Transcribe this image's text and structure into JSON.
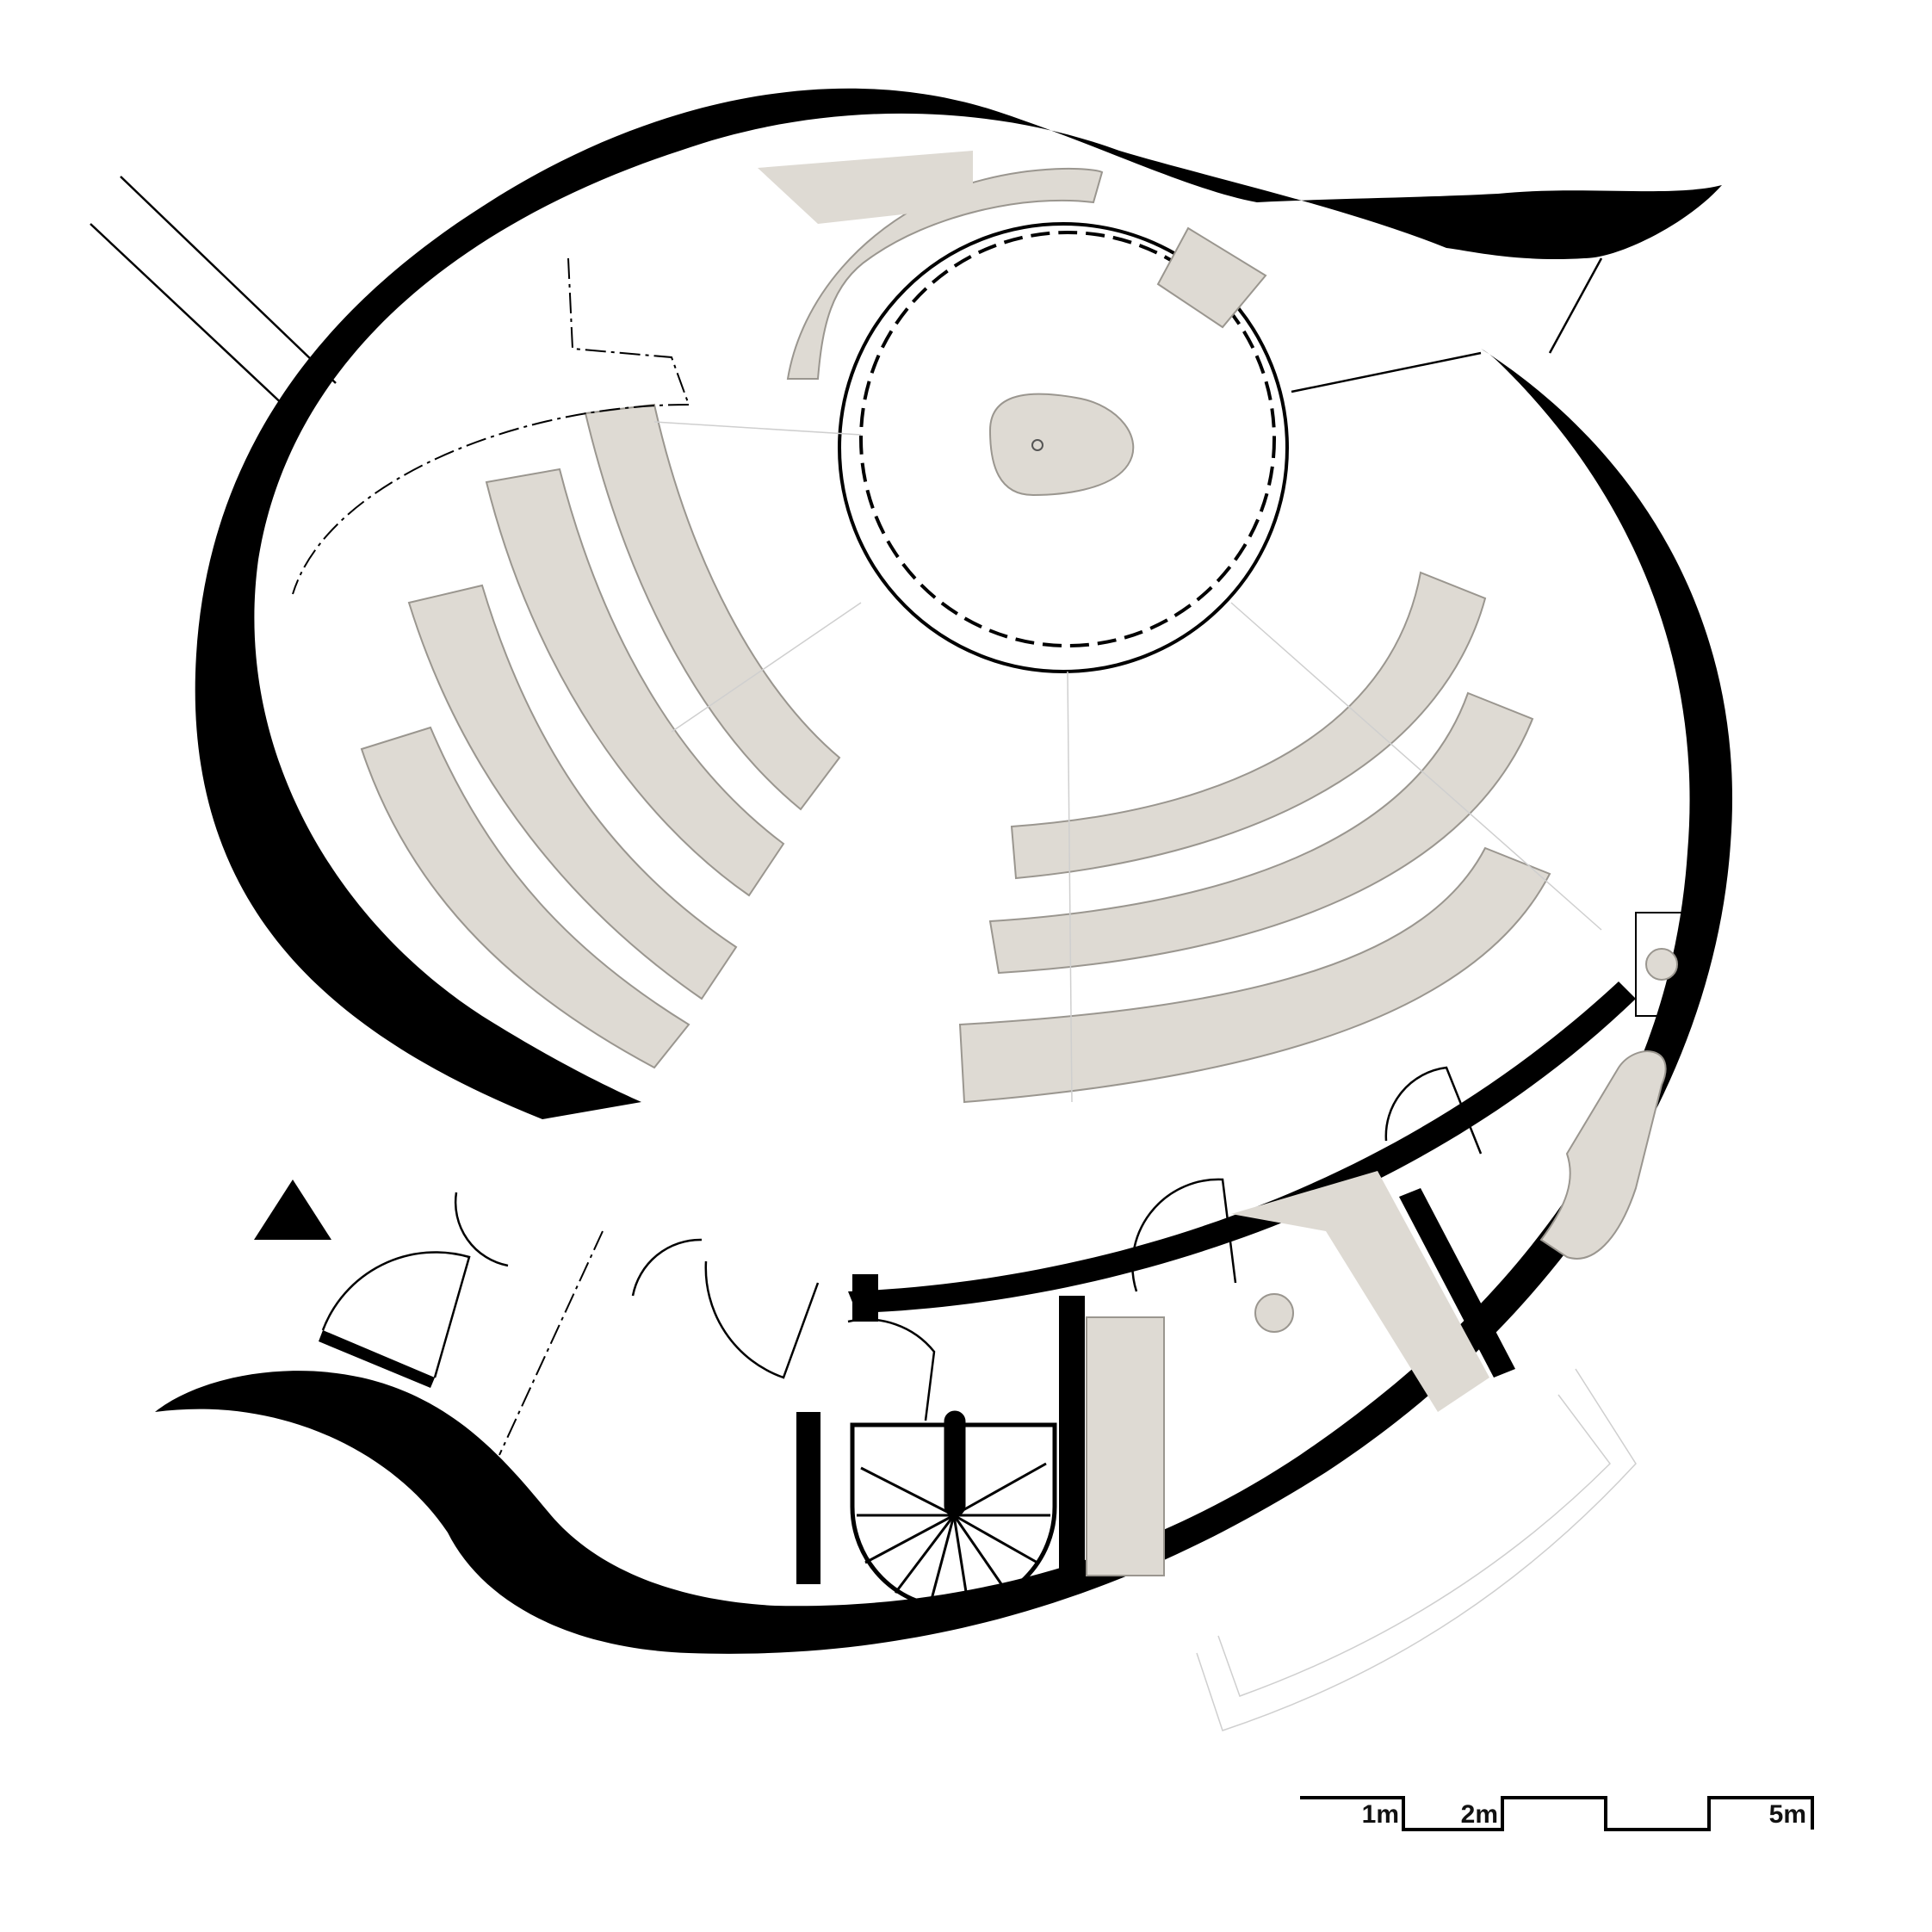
{
  "colors": {
    "wall": "#000000",
    "furniture": "#dedad3",
    "furniture_edge": "#9a968f",
    "background": "#ffffff",
    "faint_line": "#cfcfcf"
  },
  "icons": {
    "north_marker": "triangle-icon"
  },
  "scale_bar": {
    "labels": [
      "1m",
      "2m",
      "5m"
    ]
  }
}
